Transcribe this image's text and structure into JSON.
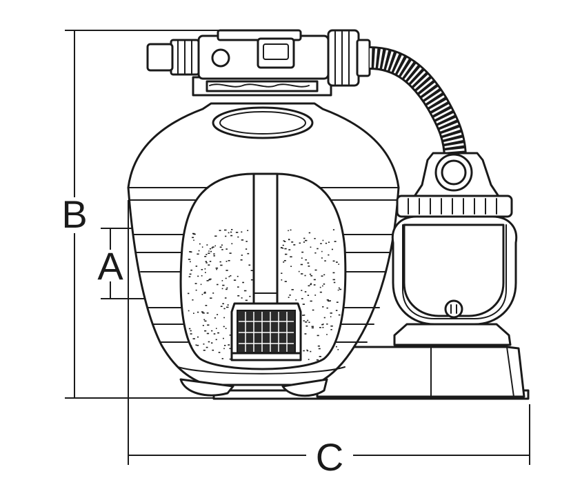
{
  "labels": {
    "dim_a": "A",
    "dim_b": "B",
    "dim_c": "C"
  },
  "colors": {
    "line": "#1a1a1a",
    "background": "#ffffff",
    "dark_fill": "#2b2b2b"
  }
}
